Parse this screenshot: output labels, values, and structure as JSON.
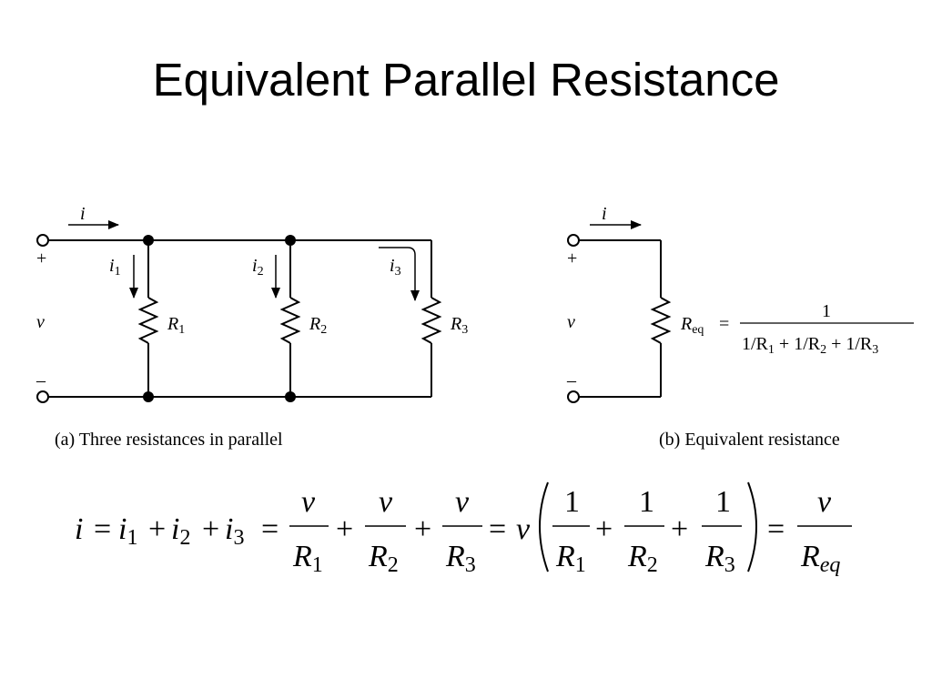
{
  "slide": {
    "title": "Equivalent Parallel Resistance"
  },
  "circuit_a": {
    "caption": "(a) Three resistances in parallel",
    "source": {
      "plus": "+",
      "minus": "–",
      "voltage": "v"
    },
    "total_current": "i",
    "branches": [
      {
        "current": "i",
        "current_sub": "1",
        "resistor": "R",
        "resistor_sub": "1"
      },
      {
        "current": "i",
        "current_sub": "2",
        "resistor": "R",
        "resistor_sub": "2"
      },
      {
        "current": "i",
        "current_sub": "3",
        "resistor": "R",
        "resistor_sub": "3"
      }
    ]
  },
  "circuit_b": {
    "caption": "(b) Equivalent resistance",
    "source": {
      "plus": "+",
      "minus": "–",
      "voltage": "v"
    },
    "total_current": "i",
    "resistor": "R",
    "resistor_sub": "eq",
    "equals": "=",
    "numerator": "1",
    "denominator": {
      "t1": "1/R",
      "t1_sub": "1",
      "plus1": " + ",
      "t2": "1/R",
      "t2_sub": "2",
      "plus2": " + ",
      "t3": "1/R",
      "t3_sub": "3"
    }
  },
  "equation": {
    "i": "i",
    "eq": "=",
    "plus": "+",
    "i1": "i",
    "i1_sub": "1",
    "i2": "i",
    "i2_sub": "2",
    "i3": "i",
    "i3_sub": "3",
    "v": "v",
    "one": "1",
    "R": "R",
    "sub1": "1",
    "sub2": "2",
    "sub3": "3",
    "Req_sub": "eq"
  }
}
